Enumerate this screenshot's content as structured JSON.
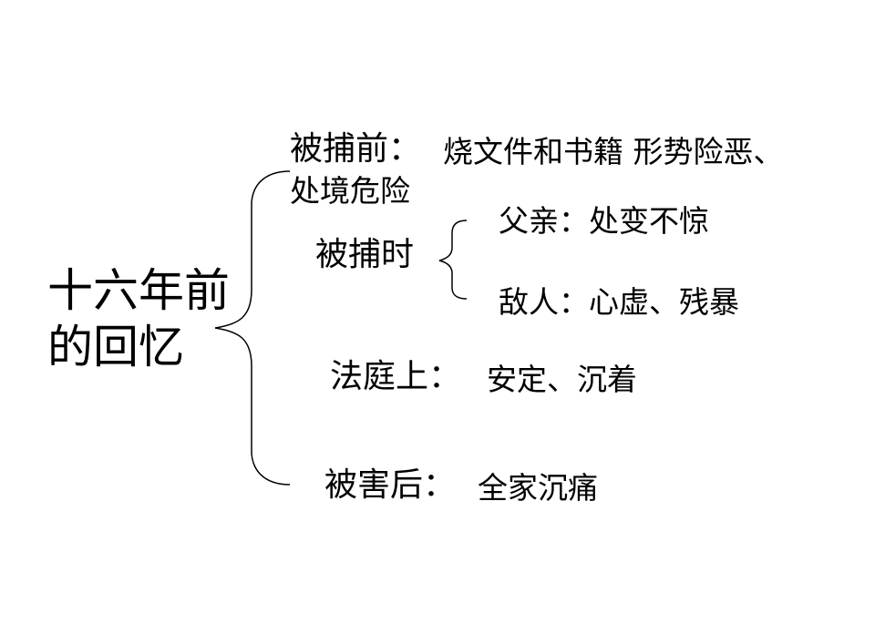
{
  "topic": {
    "line1": "十六年前",
    "line2": "的回忆"
  },
  "branches": [
    {
      "label": "被捕前：",
      "text": "烧文件和书籍   形势险恶、",
      "text_line2": "处境危险"
    },
    {
      "label": "被捕时",
      "sub": [
        "父亲：处变不惊",
        "敌人：心虚、残暴"
      ]
    },
    {
      "label": "法庭上：",
      "text": "安定、沉着"
    },
    {
      "label": "被害后：",
      "text": "全家沉痛"
    }
  ]
}
